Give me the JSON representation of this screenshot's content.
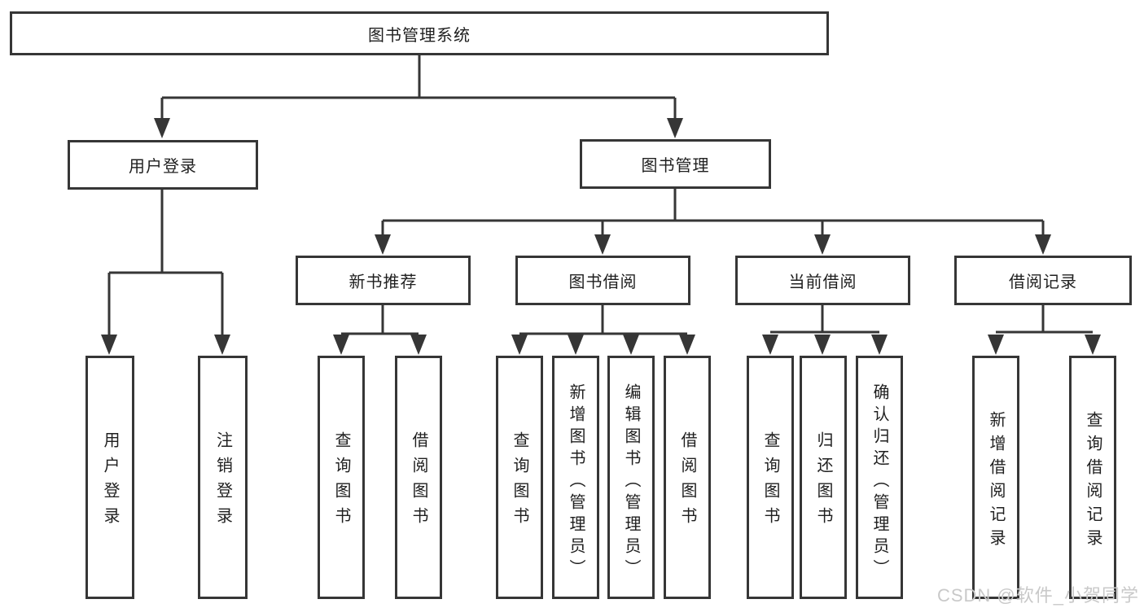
{
  "app": {
    "type": "hierarchy-diagram",
    "title": "图书管理系统"
  },
  "nodes": {
    "root": {
      "label": "图书管理系统"
    },
    "user_login_branch": {
      "label": "用户登录"
    },
    "book_management": {
      "label": "图书管理"
    },
    "leaf_user_login": {
      "label": "用户登录"
    },
    "leaf_logout": {
      "label": "注销登录"
    },
    "new_book_recommend": {
      "label": "新书推荐"
    },
    "book_borrow": {
      "label": "图书借阅"
    },
    "current_borrow": {
      "label": "当前借阅"
    },
    "borrow_records": {
      "label": "借阅记录"
    },
    "rec_query_book": {
      "label": "查询图书"
    },
    "rec_borrow_book": {
      "label": "借阅图书"
    },
    "bb_query_book": {
      "label": "查询图书"
    },
    "bb_add_book": {
      "label": "新增图书（管理员）"
    },
    "bb_edit_book": {
      "label": "编辑图书（管理员）"
    },
    "bb_borrow_book": {
      "label": "借阅图书"
    },
    "cb_query_book": {
      "label": "查询图书"
    },
    "cb_return_book": {
      "label": "归还图书"
    },
    "cb_confirm_return": {
      "label": "确认归还（管理员）"
    },
    "br_add_record": {
      "label": "新增借阅记录"
    },
    "br_query_record": {
      "label": "查询借阅记录"
    }
  },
  "hierarchy": {
    "图书管理系统": {
      "用户登录": [
        "用户登录",
        "注销登录"
      ],
      "图书管理": {
        "新书推荐": [
          "查询图书",
          "借阅图书"
        ],
        "图书借阅": [
          "查询图书",
          "新增图书（管理员）",
          "编辑图书（管理员）",
          "借阅图书"
        ],
        "当前借阅": [
          "查询图书",
          "归还图书",
          "确认归还（管理员）"
        ],
        "借阅记录": [
          "新增借阅记录",
          "查询借阅记录"
        ]
      }
    }
  },
  "watermark": {
    "text": "CSDN @软件_小贺同学",
    "color": "#c9c9c9"
  },
  "colors": {
    "line": "#363636",
    "box_border": "#363636",
    "box_fill": "#ffffff",
    "background": "#ffffff",
    "text": "#1f1f1f"
  }
}
